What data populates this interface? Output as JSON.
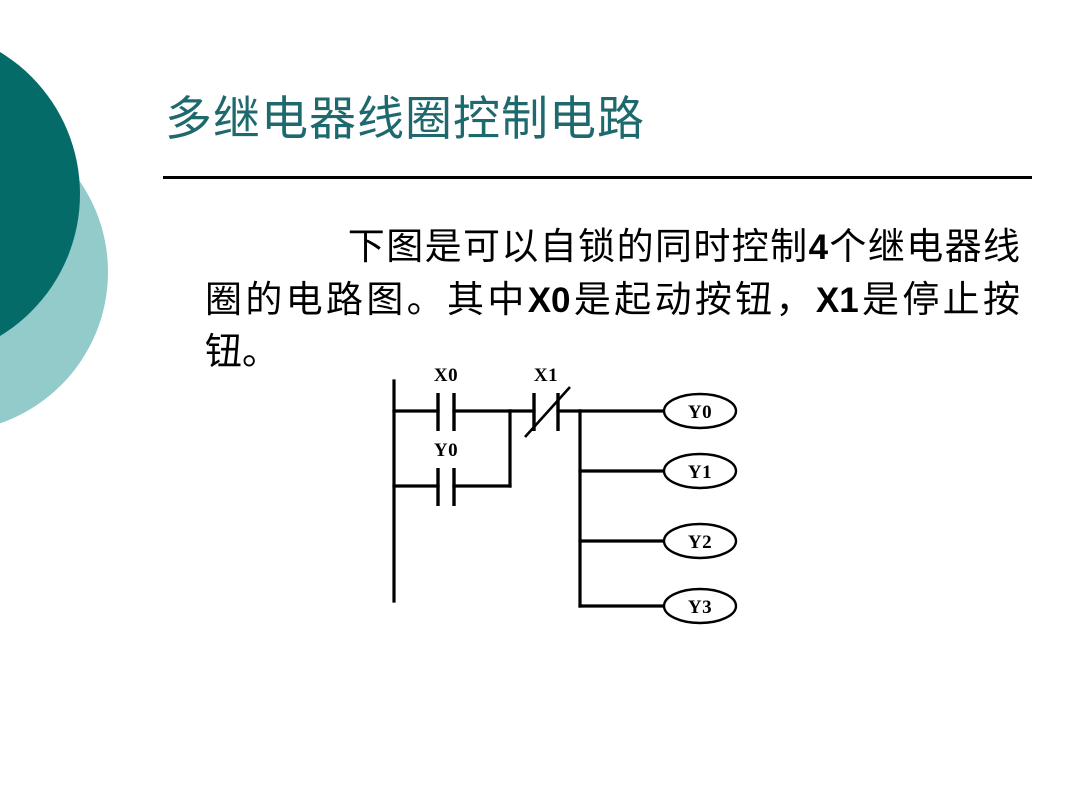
{
  "slide": {
    "title": "多继电器线圈控制电路",
    "title_color": "#1e696d",
    "background_color": "#ffffff",
    "body": {
      "segments": [
        {
          "text": "　　下图是可以自锁的同时控制",
          "type": "cjk"
        },
        {
          "text": "4",
          "type": "latin"
        },
        {
          "text": "个继电器线圈的电路图。其中",
          "type": "cjk"
        },
        {
          "text": "X0",
          "type": "latin"
        },
        {
          "text": "是起动按钮，",
          "type": "cjk"
        },
        {
          "text": "X1",
          "type": "latin"
        },
        {
          "text": "是停止按钮。",
          "type": "cjk"
        }
      ],
      "full_text": "下图是可以自锁的同时控制4个继电器线圈的电路图。其中X0是起动按钮，X1是停止按钮。"
    },
    "decoration": {
      "dark_circle_color": "#056b69",
      "light_circle_color": "#93caca",
      "rule_color": "#000000"
    }
  },
  "diagram": {
    "kind": "plc-ladder-logic",
    "line_color": "#000000",
    "contacts": [
      {
        "id": "x0",
        "label": "X0",
        "type": "normally-open",
        "rung": 1
      },
      {
        "id": "y0-latch",
        "label": "Y0",
        "type": "normally-open",
        "rung": 2
      },
      {
        "id": "x1",
        "label": "X1",
        "type": "normally-closed",
        "rung": 1
      }
    ],
    "coils": [
      {
        "id": "y0",
        "label": "Y0"
      },
      {
        "id": "y1",
        "label": "Y1"
      },
      {
        "id": "y2",
        "label": "Y2"
      },
      {
        "id": "y3",
        "label": "Y3"
      }
    ],
    "labels": {
      "x0": "X0",
      "x1": "X1",
      "y0_contact": "Y0",
      "coil_y0": "Y0",
      "coil_y1": "Y1",
      "coil_y2": "Y2",
      "coil_y3": "Y3"
    }
  }
}
